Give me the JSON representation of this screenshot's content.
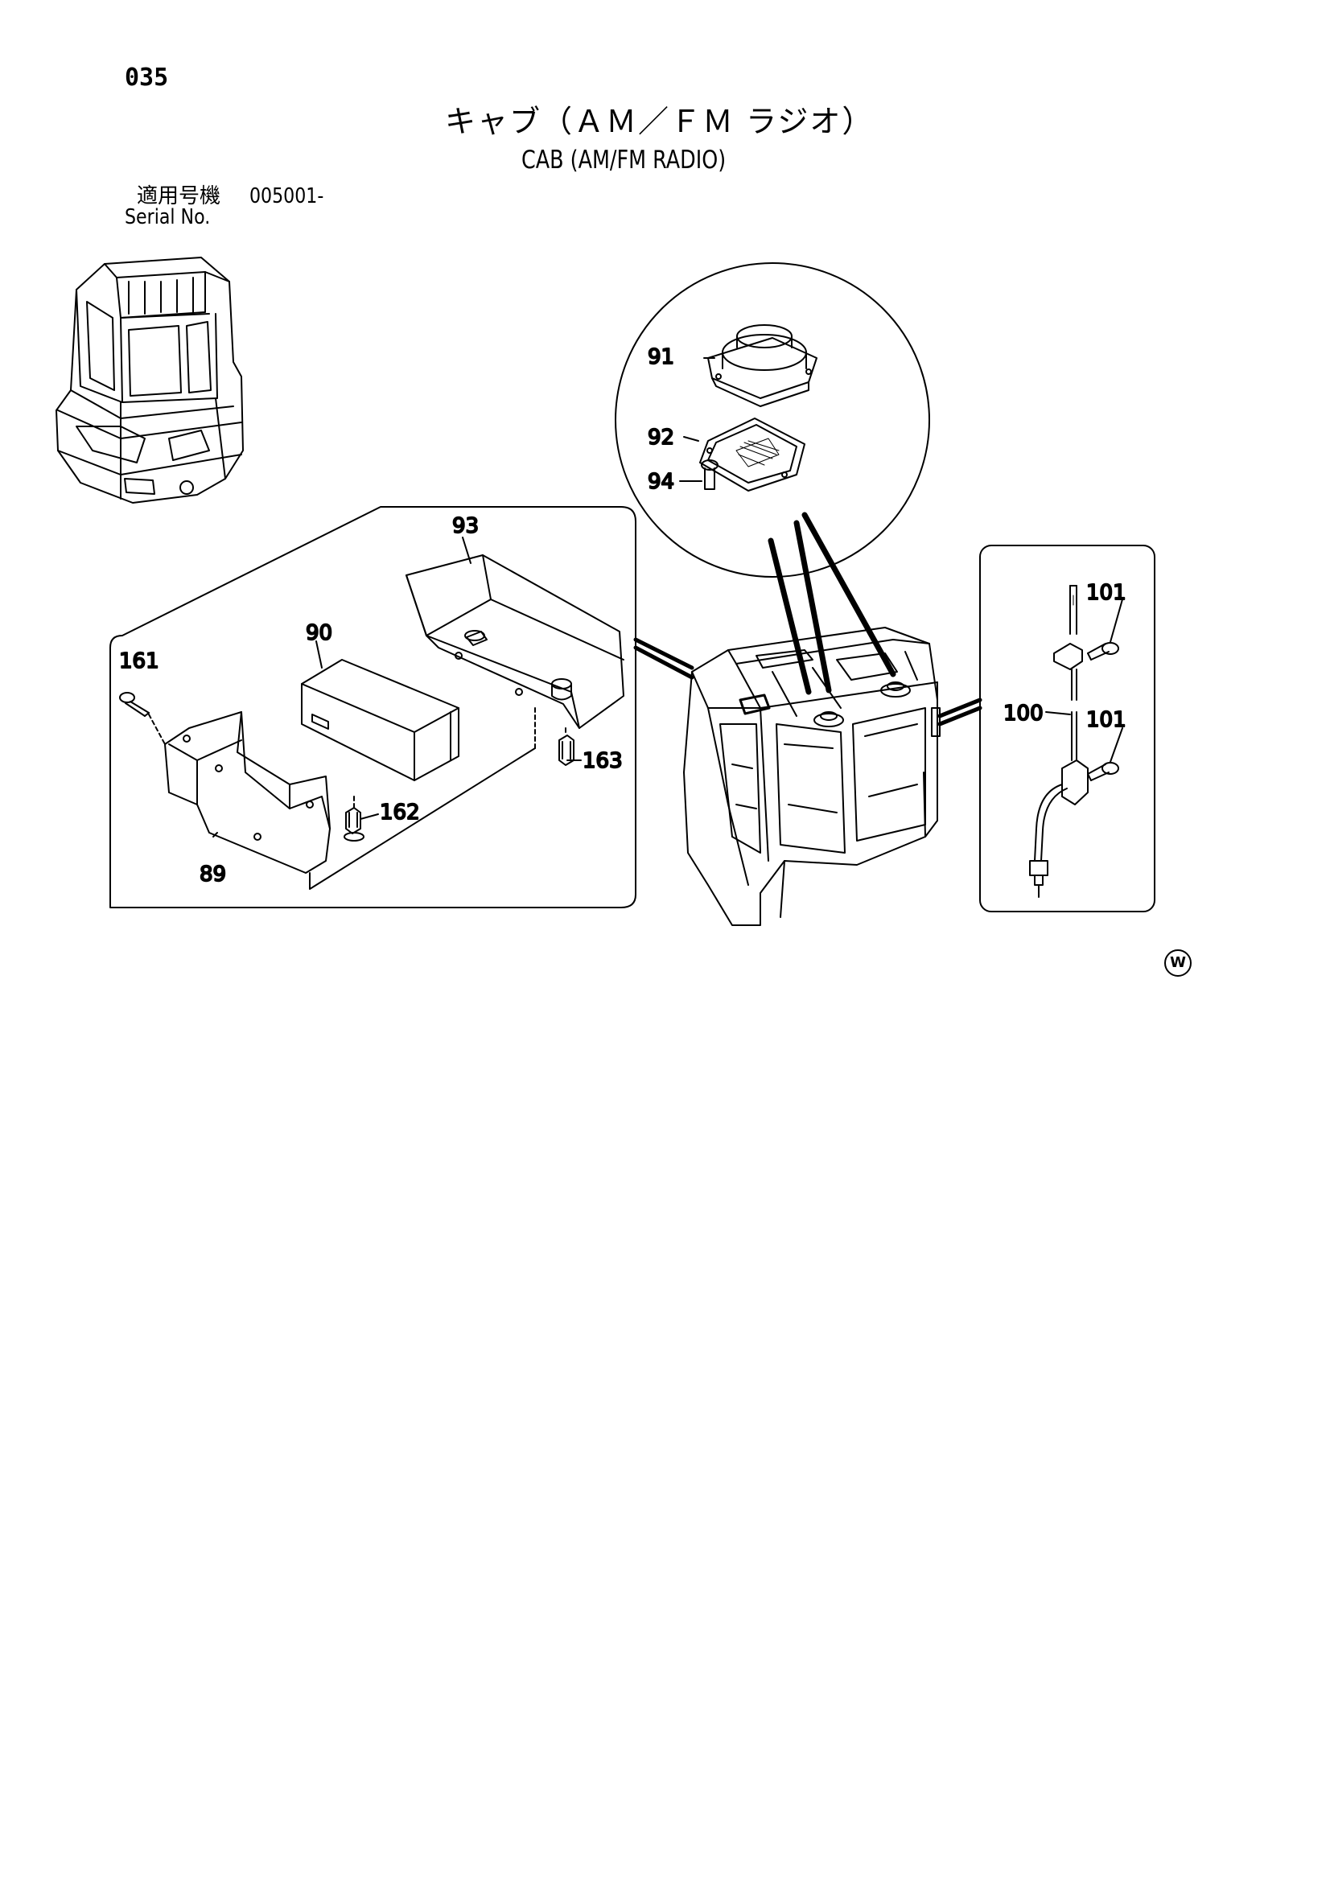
{
  "page": {
    "number": "035",
    "title_jp": "キャブ（ＡＭ／ＦＭ ラジオ）",
    "title_en": "CAB (AM/FM RADIO)",
    "serial_label_jp": "適用号機",
    "serial_number": "005001-",
    "serial_label_en": "Serial No."
  },
  "parts": {
    "p89": "89",
    "p90": "90",
    "p91": "91",
    "p92": "92",
    "p93": "93",
    "p94": "94",
    "p100": "100",
    "p101a": "101",
    "p101b": "101",
    "p161": "161",
    "p162": "162",
    "p163": "163"
  },
  "mark": {
    "symbol": "W"
  }
}
